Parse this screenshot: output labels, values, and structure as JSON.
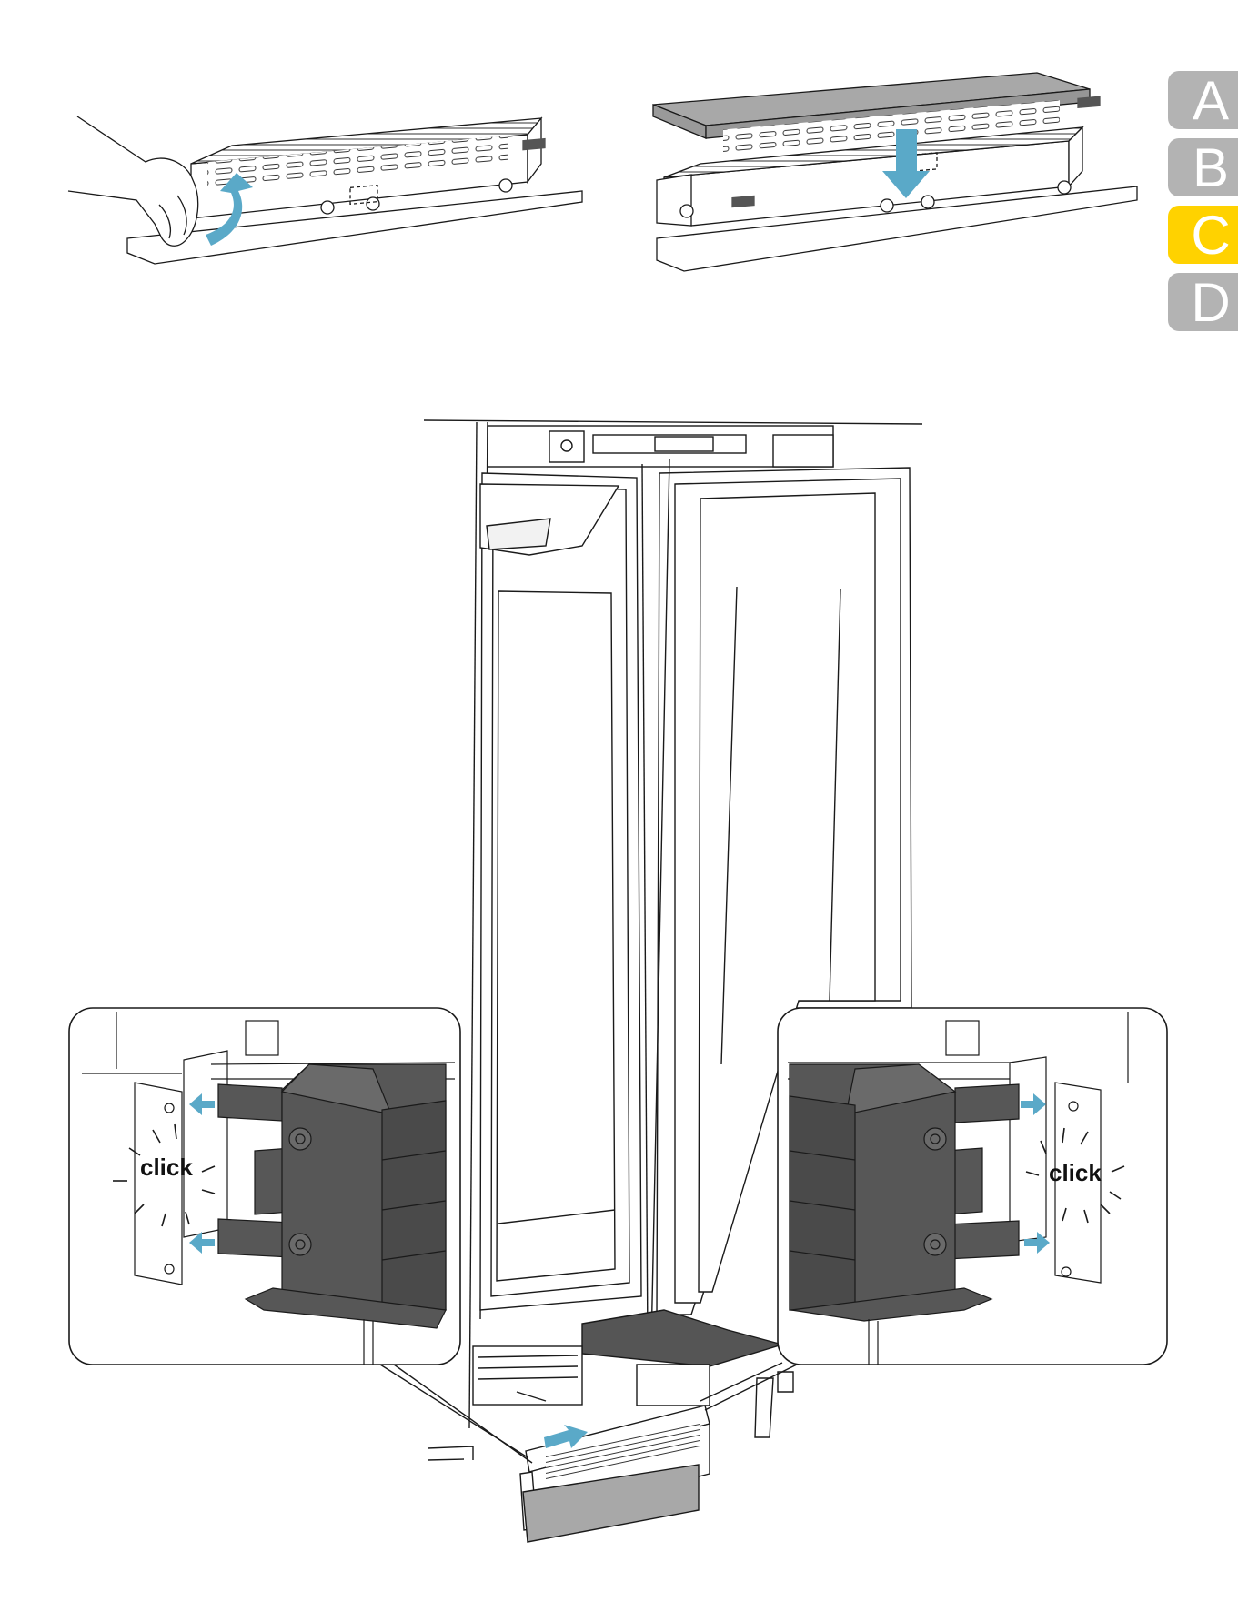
{
  "steps": [
    {
      "label": "A",
      "active": false
    },
    {
      "label": "B",
      "active": false
    },
    {
      "label": "C",
      "active": true
    },
    {
      "label": "D",
      "active": false
    }
  ],
  "colors": {
    "tab_inactive": "#b3b3b3",
    "tab_active": "#ffd200",
    "arrow": "#5aa9c8",
    "filter_gray": "#a8a8a8",
    "bracket": "#575757",
    "line": "#1a1a1a"
  },
  "callouts": {
    "left_click": "click",
    "right_click": "click"
  },
  "icons": [
    "hand-icon",
    "curved-arrow-icon",
    "down-arrow-icon",
    "right-arrow-icon",
    "left-arrow-icon"
  ]
}
